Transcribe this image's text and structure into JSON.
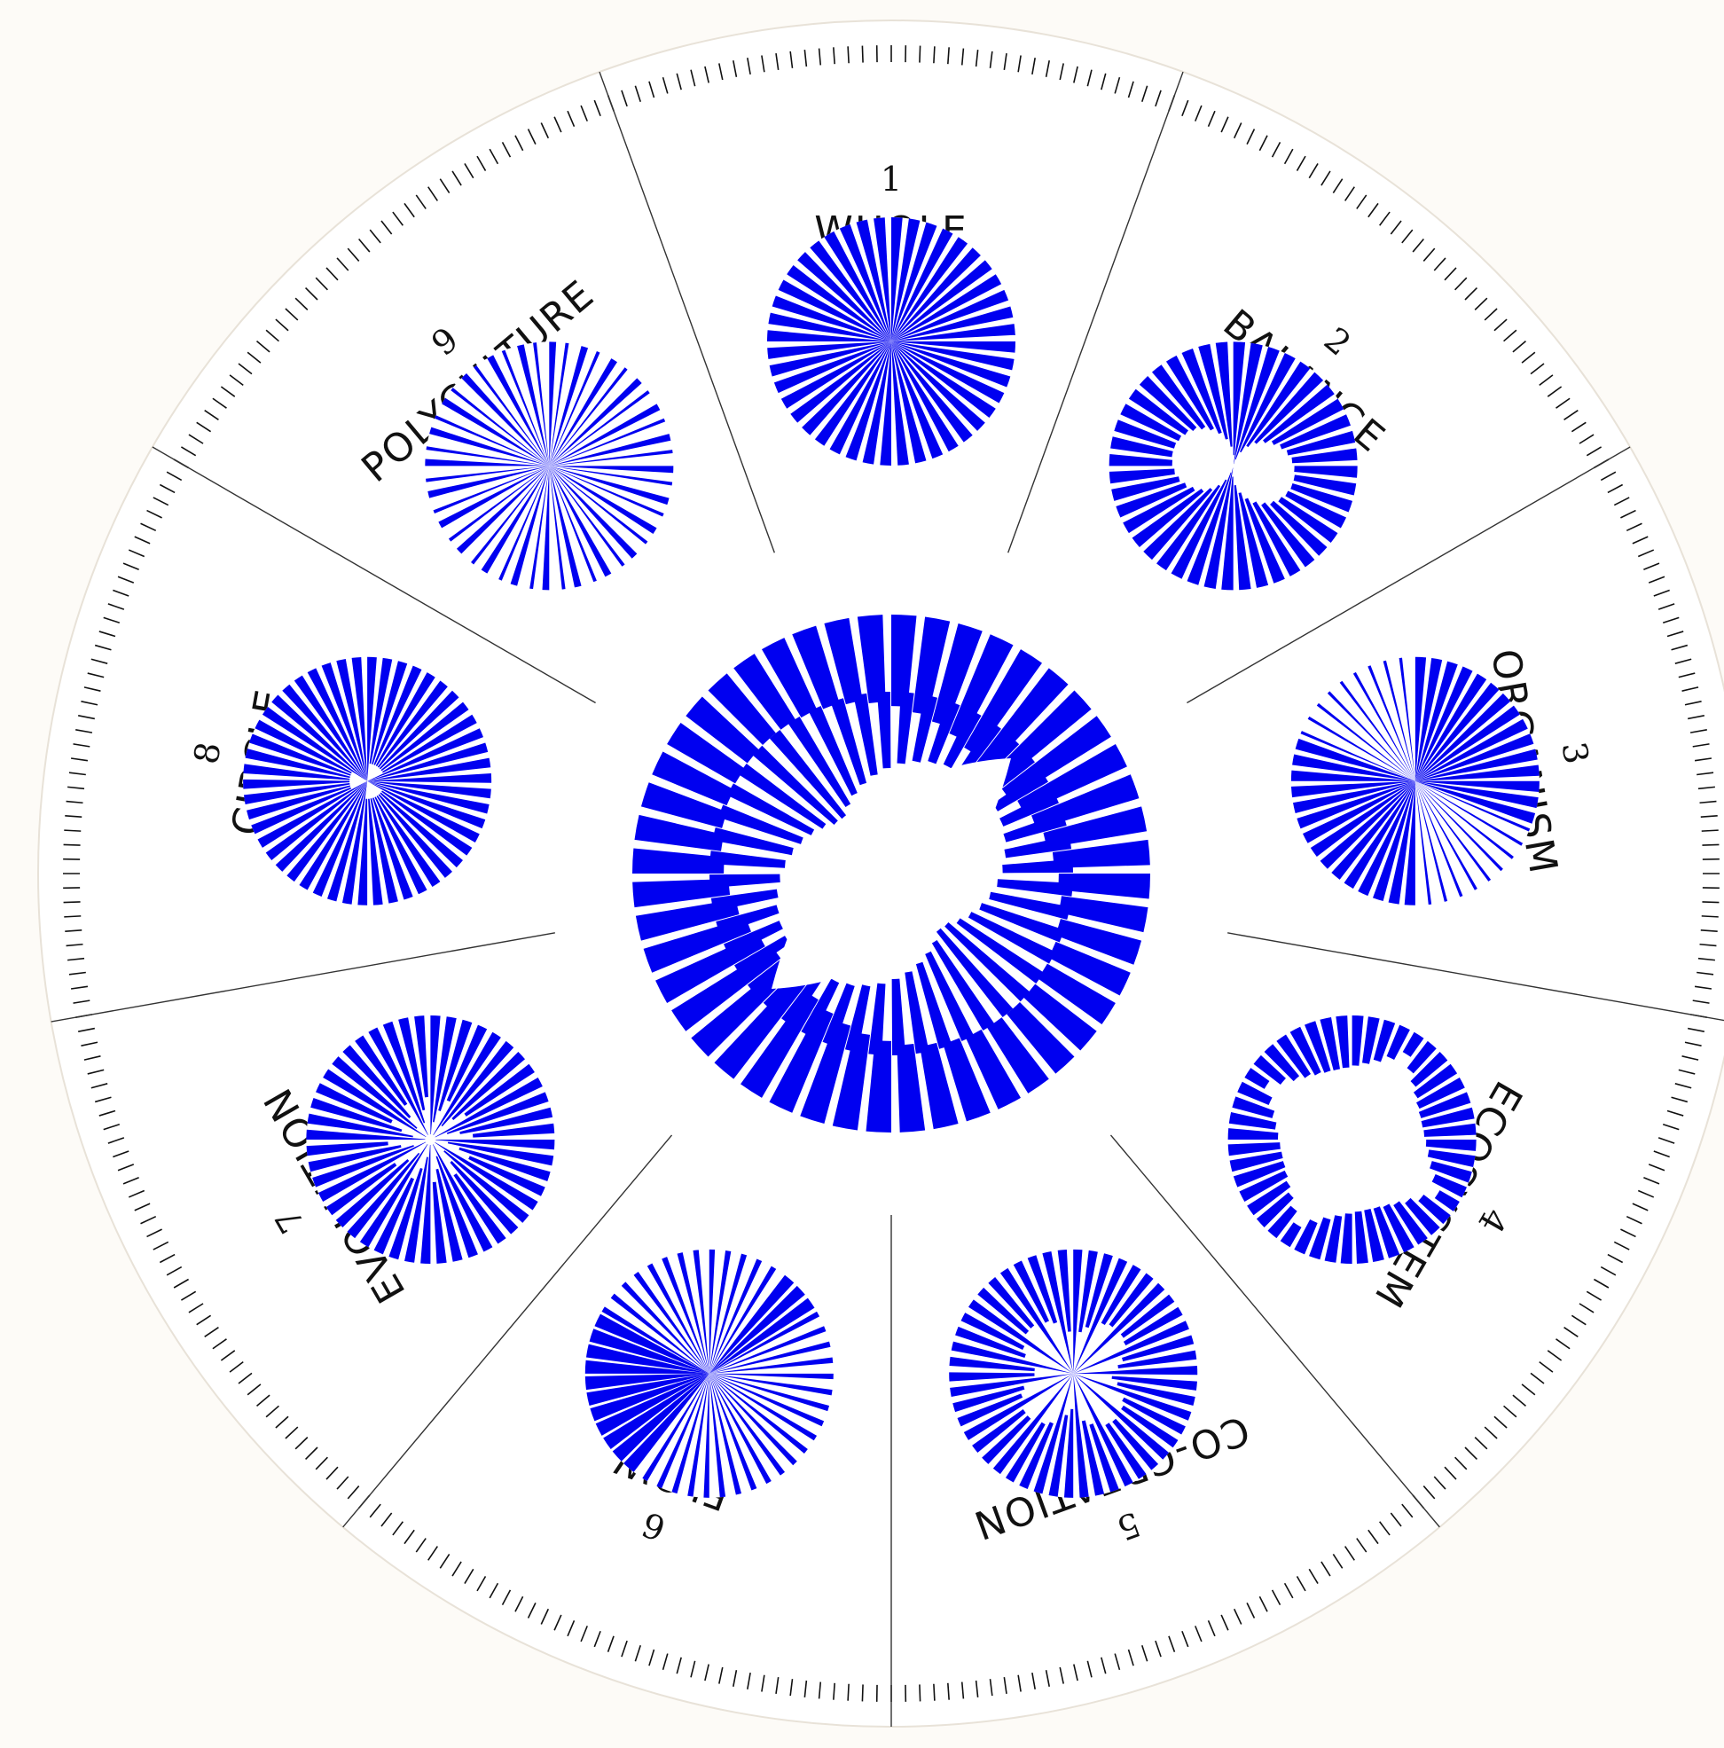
{
  "colors": {
    "accent": "#0000f0",
    "ink": "#111111",
    "paper": "#fdfbf7"
  },
  "principles": [
    {
      "number": "1",
      "label": "WHOLE",
      "pattern": "whole"
    },
    {
      "number": "2",
      "label": "BALANCE",
      "pattern": "balance"
    },
    {
      "number": "3",
      "label": "ORGANISM",
      "pattern": "organism"
    },
    {
      "number": "4",
      "label": "ECOSYSTEM",
      "pattern": "ecosystem"
    },
    {
      "number": "5",
      "label": "CO-CREATION",
      "pattern": "co-creation"
    },
    {
      "number": "6",
      "label": "FLOW",
      "pattern": "flow"
    },
    {
      "number": "7",
      "label": "EVOLUTION",
      "pattern": "evolution"
    },
    {
      "number": "8",
      "label": "CIRCLE",
      "pattern": "circle"
    },
    {
      "number": "9",
      "label": "POLYCULTURE",
      "pattern": "polyculture"
    }
  ],
  "center": {
    "pattern": "vesica-sunburst"
  }
}
